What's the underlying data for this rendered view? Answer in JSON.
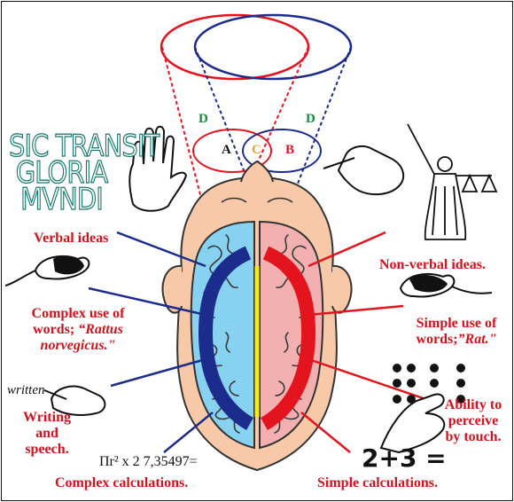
{
  "title_lines": [
    "SIC TRANSIT",
    "GLORIA",
    "MVNDI"
  ],
  "venn": {
    "a": "A",
    "b": "B",
    "c": "C",
    "d_left": "D",
    "d_right": "D"
  },
  "left_labels": {
    "verbal_ideas": "Verbal ideas",
    "complex_words_1": "Complex use of",
    "complex_words_2": "words; ",
    "complex_words_2_italic": "“Rattus",
    "complex_words_3_italic": "norvegicus.\"",
    "writing_1": "Writing",
    "writing_2": "and",
    "writing_3": "speech.",
    "complex_calc": "Complex calculations."
  },
  "right_labels": {
    "nonverbal_ideas": "Non-verbal ideas.",
    "simple_words_1": "Simple use of",
    "simple_words_2": "words;",
    "simple_words_2_italic": "”Rat.\"",
    "touch_1": "Ability to",
    "touch_2": "perceive",
    "touch_3": "by touch.",
    "simple_calc": "Simple calculations."
  },
  "formula": "Πr² x 2 7,35497=",
  "sum": "2+3 =",
  "handwriting": "written",
  "colors": {
    "left_hemisphere": "#86d2f0",
    "right_hemisphere": "#f2b0b0",
    "skin": "#f7c9a8",
    "blue": "#1c2c8c",
    "red": "#e4141e",
    "yellow": "#f2ec1a",
    "label_red": "#d0141e",
    "title_teal": "#147a6e",
    "d_green": "#1a8a3a"
  }
}
